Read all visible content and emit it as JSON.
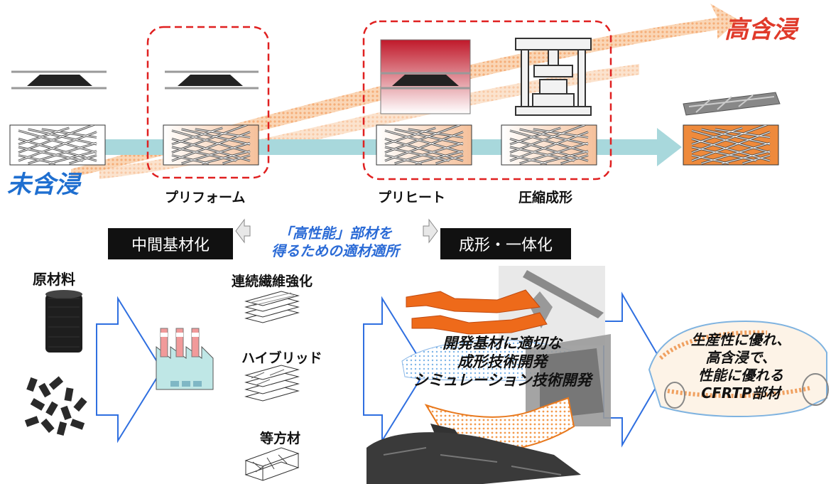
{
  "top_flow": {
    "start_label": "未含浸",
    "end_label": "高含浸",
    "step_labels": [
      "プリフォーム",
      "プリヒート",
      "圧縮成形"
    ]
  },
  "middle": {
    "left_box": "中間基材化",
    "center_line1": "「高性能」部材を",
    "center_line2": "得るための適材適所",
    "right_box": "成形・一体化"
  },
  "raw": {
    "title": "原材料"
  },
  "materials": {
    "continuous": "連続繊維強化",
    "hybrid": "ハイブリッド",
    "isotropic": "等方材"
  },
  "center_text": {
    "line1": "開発基材に適切な",
    "line2": "成形技術開発",
    "line3": "シミュレーション技術開発"
  },
  "result_text": {
    "line1": "生産性に優れ、",
    "line2": "高含浸で、",
    "line3": "性能に優れる",
    "line4": "CFRTP部材"
  },
  "colors": {
    "blue": "#1f6fd0",
    "red": "#e03a2a",
    "teal_arrow": "#a8d8dc",
    "orange_arrow": "#f6b98a",
    "dashed": "#e02020"
  }
}
